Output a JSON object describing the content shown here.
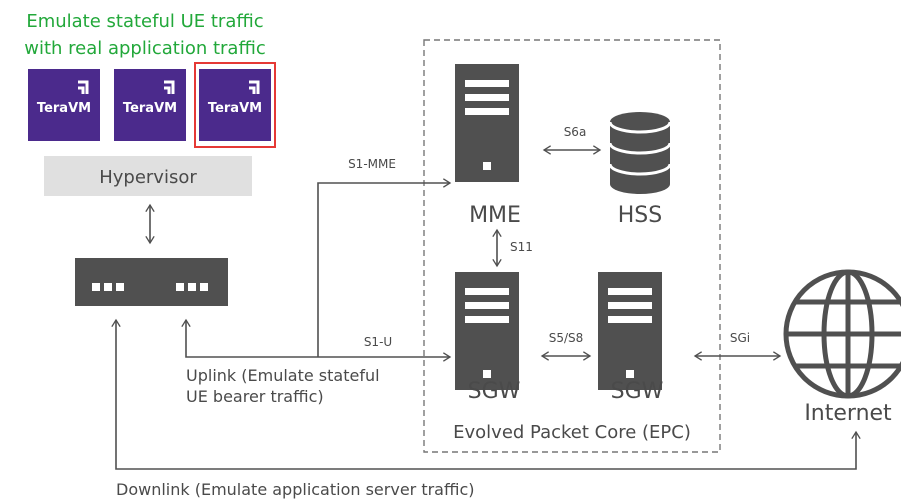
{
  "heading": {
    "line1": "Emulate stateful UE traffic",
    "line2": "with real application traffic",
    "color": "#22a83a"
  },
  "terravm": {
    "label": "TeraVM",
    "count": 3,
    "highlighted_index": 2,
    "color": "#4b2a8c",
    "highlight_color": "#e53935"
  },
  "hypervisor": {
    "label": "Hypervisor"
  },
  "epc": {
    "label": "Evolved Packet Core (EPC)"
  },
  "nodes": {
    "mme": "MME",
    "hss": "HSS",
    "sgw1": "SGW",
    "sgw2": "SGW",
    "internet": "Internet"
  },
  "interfaces": {
    "s1_mme": "S1-MME",
    "s6a": "S6a",
    "s11": "S11",
    "s1_u": "S1-U",
    "s5_s8": "S5/S8",
    "sgi": "SGi"
  },
  "uplink": {
    "line1": "Uplink (Emulate stateful",
    "line2": "UE bearer traffic)"
  },
  "downlink": {
    "label": "Downlink (Emulate application server traffic)"
  },
  "icons": {
    "terravm": "terravm-logo-icon",
    "server": "server-icon",
    "database": "database-icon",
    "switch": "network-switch-icon",
    "globe": "globe-icon"
  },
  "colors": {
    "node": "#505050",
    "line": "#505050",
    "hypervisor_bg": "#e0e0e0"
  }
}
